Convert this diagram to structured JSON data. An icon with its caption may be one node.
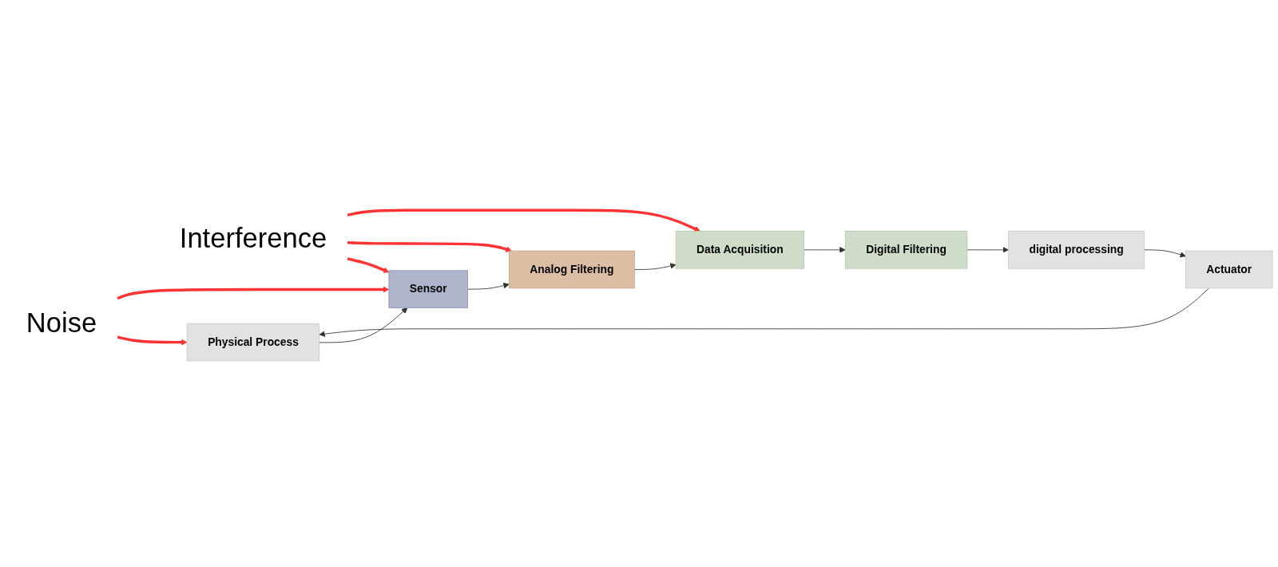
{
  "diagram": {
    "nodes": [
      {
        "text": [
          "Noise"
        ]
      },
      {
        "text": [
          "Interference"
        ]
      },
      {
        "text": [
          "Physical Process"
        ]
      },
      {
        "text": [
          "Sensor"
        ]
      },
      {
        "text": [
          "Analog Filtering"
        ]
      },
      {
        "text": [
          "Data Acquisition"
        ]
      },
      {
        "text": [
          "Digital Filtering"
        ]
      },
      {
        "text": [
          "digital processing"
        ]
      },
      {
        "text": [
          "Actuator"
        ]
      }
    ],
    "edges": [
      {
        "from": 2,
        "to": 3,
        "arrow": "to"
      },
      {
        "from": 3,
        "to": 4,
        "arrow": "to"
      },
      {
        "from": 4,
        "to": 5,
        "arrow": "to"
      },
      {
        "from": 5,
        "to": 6,
        "arrow": "to"
      },
      {
        "from": 6,
        "to": 7,
        "arrow": "to"
      },
      {
        "from": 7,
        "to": 8,
        "arrow": "to"
      },
      {
        "from": 8,
        "to": 2,
        "arrow": "to"
      },
      {
        "from": 0,
        "to": 2,
        "arrow": "to",
        "style": "thick",
        "color": "#ff3333"
      },
      {
        "from": 0,
        "to": 3,
        "arrow": "to",
        "style": "thick",
        "color": "#ff3333"
      },
      {
        "from": 1,
        "to": 3,
        "arrow": "to",
        "style": "thick",
        "color": "#ff3333"
      },
      {
        "from": 1,
        "to": 4,
        "arrow": "to",
        "style": "thick",
        "color": "#ff3333"
      },
      {
        "from": 1,
        "to": 5,
        "arrow": "to",
        "style": "thick",
        "color": "#ff3333"
      }
    ]
  }
}
